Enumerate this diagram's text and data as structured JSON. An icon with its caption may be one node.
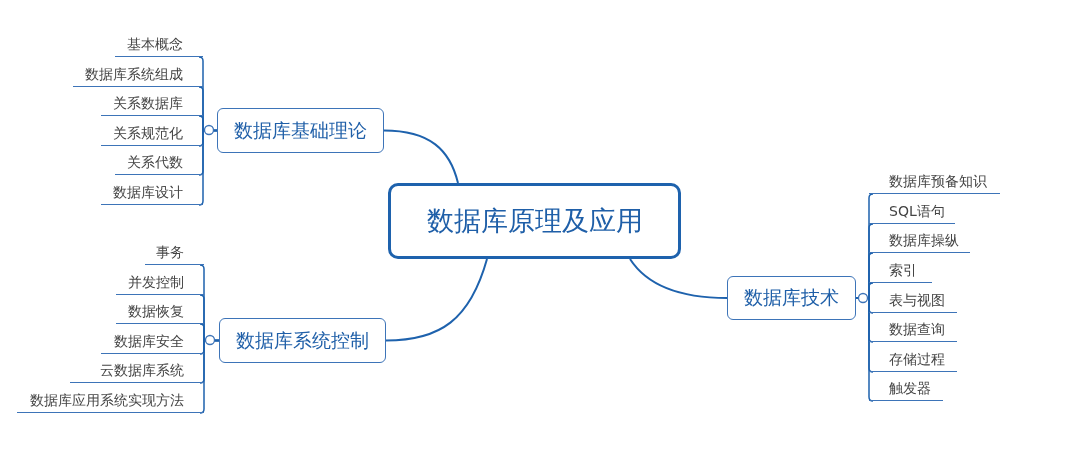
{
  "diagram": {
    "nodes": [
      {
        "text": [
          "数据库原理及应用"
        ]
      },
      {
        "text": [
          "数据库基础理论"
        ]
      },
      {
        "text": [
          "数据库系统控制"
        ]
      },
      {
        "text": [
          "数据库技术"
        ]
      },
      {
        "text": [
          "基本概念"
        ]
      },
      {
        "text": [
          "数据库系统组成"
        ]
      },
      {
        "text": [
          "关系数据库"
        ]
      },
      {
        "text": [
          "关系规范化"
        ]
      },
      {
        "text": [
          "关系代数"
        ]
      },
      {
        "text": [
          "数据库设计"
        ]
      },
      {
        "text": [
          "事务"
        ]
      },
      {
        "text": [
          "并发控制"
        ]
      },
      {
        "text": [
          "数据恢复"
        ]
      },
      {
        "text": [
          "数据库安全"
        ]
      },
      {
        "text": [
          "云数据库系统"
        ]
      },
      {
        "text": [
          "数据库应用系统实现方法"
        ]
      },
      {
        "text": [
          "数据库预备知识"
        ]
      },
      {
        "text": [
          "SQL语句"
        ]
      },
      {
        "text": [
          "数据库操纵"
        ]
      },
      {
        "text": [
          "索引"
        ]
      },
      {
        "text": [
          "表与视图"
        ]
      },
      {
        "text": [
          "数据查询"
        ]
      },
      {
        "text": [
          "存储过程"
        ]
      },
      {
        "text": [
          "触发器"
        ]
      }
    ],
    "edges": [
      {
        "from": 0,
        "to": 1,
        "arrow": "none"
      },
      {
        "from": 0,
        "to": 2,
        "arrow": "none"
      },
      {
        "from": 0,
        "to": 3,
        "arrow": "none"
      },
      {
        "from": 1,
        "to": 4,
        "arrow": "none"
      },
      {
        "from": 1,
        "to": 5,
        "arrow": "none"
      },
      {
        "from": 1,
        "to": 6,
        "arrow": "none"
      },
      {
        "from": 1,
        "to": 7,
        "arrow": "none"
      },
      {
        "from": 1,
        "to": 8,
        "arrow": "none"
      },
      {
        "from": 1,
        "to": 9,
        "arrow": "none"
      },
      {
        "from": 2,
        "to": 10,
        "arrow": "none"
      },
      {
        "from": 2,
        "to": 11,
        "arrow": "none"
      },
      {
        "from": 2,
        "to": 12,
        "arrow": "none"
      },
      {
        "from": 2,
        "to": 13,
        "arrow": "none"
      },
      {
        "from": 2,
        "to": 14,
        "arrow": "none"
      },
      {
        "from": 2,
        "to": 15,
        "arrow": "none"
      },
      {
        "from": 3,
        "to": 16,
        "arrow": "none"
      },
      {
        "from": 3,
        "to": 17,
        "arrow": "none"
      },
      {
        "from": 3,
        "to": 18,
        "arrow": "none"
      },
      {
        "from": 3,
        "to": 19,
        "arrow": "none"
      },
      {
        "from": 3,
        "to": 20,
        "arrow": "none"
      },
      {
        "from": 3,
        "to": 21,
        "arrow": "none"
      },
      {
        "from": 3,
        "to": 22,
        "arrow": "none"
      },
      {
        "from": 3,
        "to": 23,
        "arrow": "none"
      }
    ]
  }
}
